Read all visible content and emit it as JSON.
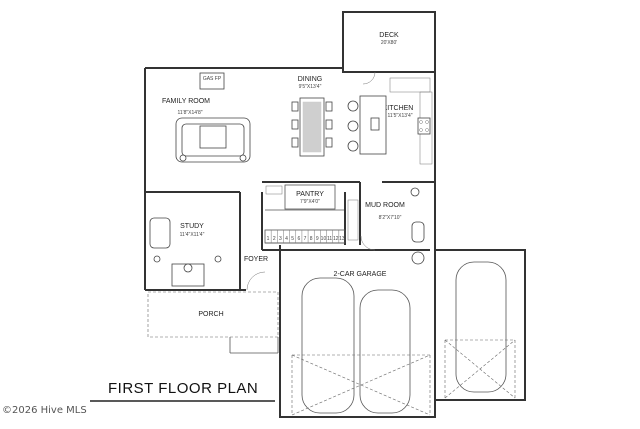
{
  "rooms": {
    "deck": {
      "name": "DECK",
      "dims": "20'X80'"
    },
    "dining": {
      "name": "DINING",
      "dims": "9'5\"X13'4\""
    },
    "family": {
      "name": "FAMILY ROOM",
      "dims": "11'8\"X14'8\""
    },
    "fireplace": {
      "name": "GAS FP"
    },
    "kitchen": {
      "name": "KITCHEN",
      "dims": "11'5\"X13'4\""
    },
    "pantry": {
      "name": "PANTRY",
      "dims": "7'9\"X4'0\""
    },
    "mudroom": {
      "name": "MUD ROOM",
      "dims": "8'2\"X7'10\""
    },
    "study": {
      "name": "STUDY",
      "dims": "11'4\"X11'4\""
    },
    "foyer": {
      "name": "FOYER"
    },
    "porch": {
      "name": "PORCH"
    },
    "garage": {
      "name": "2-CAR GARAGE"
    }
  },
  "stairs": {
    "numbers": [
      "1",
      "2",
      "3",
      "4",
      "5",
      "6",
      "7",
      "8",
      "9",
      "10",
      "11",
      "12",
      "13"
    ]
  },
  "title": "FIRST FLOOR PLAN",
  "copyright": "©2026 Hive MLS"
}
